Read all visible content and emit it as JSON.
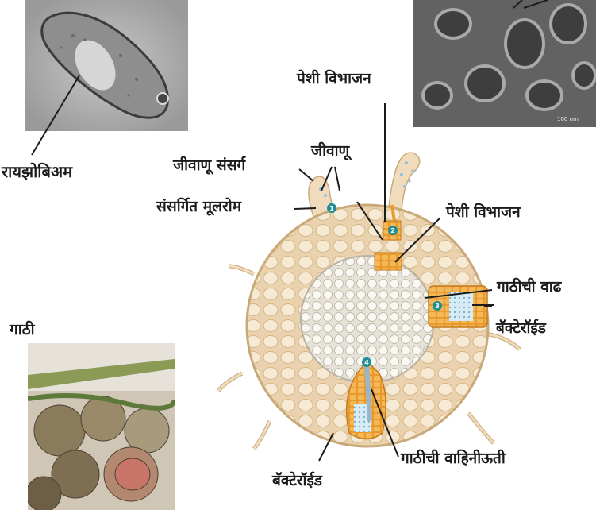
{
  "labels": {
    "rhizobium": "रायझोबिअम",
    "cell_division_top": "पेशी विभाजन",
    "bacterium": "जीवाणू",
    "bacterial_contact": "जीवाणू संसर्ग",
    "infected_root_hair": "संसर्गित मूलरोम",
    "cell_division_right": "पेशी विभाजन",
    "nodule_growth": "गाठीची वाढ",
    "bacteroid_right": "बॅक्टेरॉईड",
    "nodule": "गाठी",
    "nodule_vascular_tissue": "गाठीची वाहिनीऊती",
    "bacteroid_bottom": "बॅक्टेरॉईड"
  },
  "steps": [
    "1",
    "2",
    "3",
    "4"
  ],
  "micrograph_scale": "100 nm",
  "colors": {
    "cortex_fill": "#e9d2ad",
    "cortex_cell": "#f6ead4",
    "cell_outline": "#c9a97a",
    "stele_fill": "#f4f1ea",
    "division_cells": "#efa53a",
    "bacteroid": "#cfe6f2",
    "step_marker": "#1f8d93"
  }
}
